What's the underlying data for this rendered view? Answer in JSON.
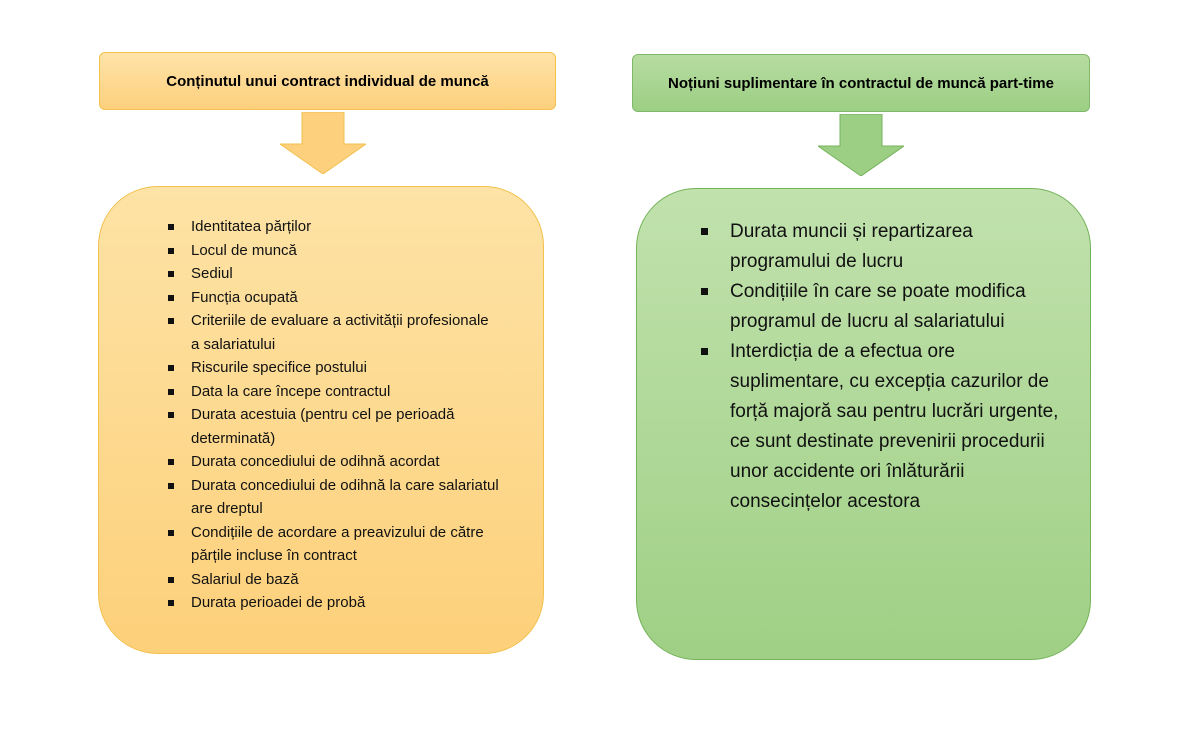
{
  "left": {
    "header": "Conținutul unui contract individual de muncă",
    "items": [
      "Identitatea părților",
      "Locul de muncă",
      "Sediul",
      "Funcția ocupată",
      "Criteriile de evaluare a activității profesionale a salariatului",
      "Riscurile specifice postului",
      "Data la care începe contractul",
      "Durata acestuia (pentru cel pe perioadă determinată)",
      "Durata concediului de odihnă acordat",
      "Durata concediului de odihnă la care salariatul are dreptul",
      "Condițiile de acordare a preavizului de către părțile incluse în contract",
      "Salariul de bază",
      "Durata perioadei de probă"
    ]
  },
  "right": {
    "header": "Noțiuni suplimentare în contractul de muncă part-time",
    "items": [
      "Durata muncii și repartizarea programului de lucru",
      "Condițiile în care se poate modifica programul de lucru al salariatului",
      "Interdicția de a efectua ore suplimentare, cu excepția cazurilor de forță majoră sau pentru lucrări urgente, ce sunt destinate prevenirii procedurii unor accidente ori înlăturării consecințelor acestora"
    ]
  },
  "colors": {
    "left_fill": "#fdd07e",
    "left_border": "#f2c14e",
    "right_fill": "#9ccf84",
    "right_border": "#74b35a"
  }
}
